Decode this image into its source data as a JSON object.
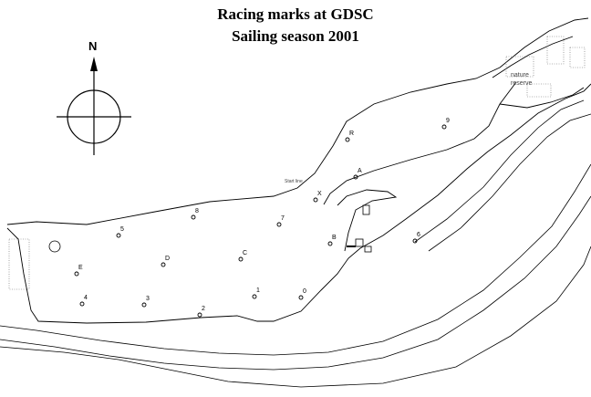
{
  "title_line1": "Racing marks at GDSC",
  "title_line2": "Sailing season 2001",
  "compass": {
    "north_label": "N"
  },
  "area_labels": {
    "nature_reserve": [
      "nature",
      "reserve"
    ],
    "start_line": "Start line"
  },
  "marks": [
    {
      "label": "9"
    },
    {
      "label": "R"
    },
    {
      "label": "A"
    },
    {
      "label": "X"
    },
    {
      "label": "8"
    },
    {
      "label": "7"
    },
    {
      "label": "5"
    },
    {
      "label": "B"
    },
    {
      "label": "C"
    },
    {
      "label": "D"
    },
    {
      "label": "E"
    },
    {
      "label": "4"
    },
    {
      "label": "3"
    },
    {
      "label": "2"
    },
    {
      "label": "1"
    },
    {
      "label": "0"
    },
    {
      "label": "6"
    }
  ]
}
